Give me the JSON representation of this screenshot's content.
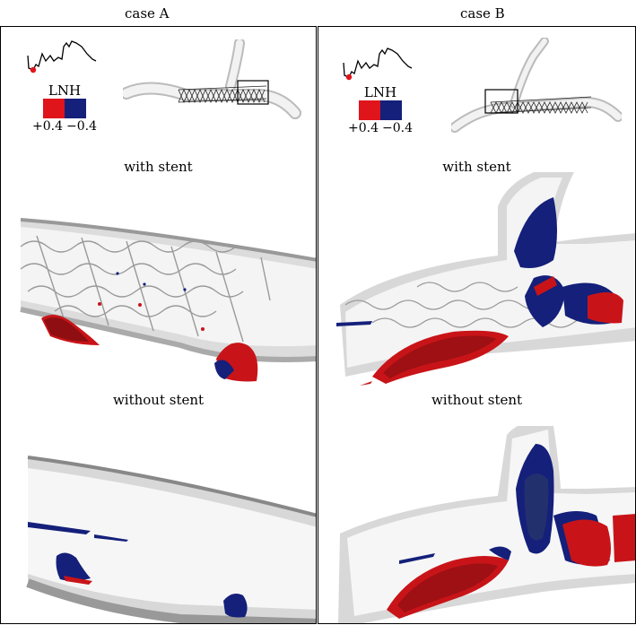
{
  "cases": [
    {
      "label": "case A",
      "legend_title": "LNH",
      "legend_pos": "+0.4",
      "legend_neg": "−0.4",
      "with_stent": "with stent",
      "without_stent": "without stent"
    },
    {
      "label": "case B",
      "legend_title": "LNH",
      "legend_pos": "+0.4",
      "legend_neg": "−0.4",
      "with_stent": "with stent",
      "without_stent": "without stent"
    }
  ],
  "colors": {
    "positive": "#e0141b",
    "negative": "#14207a",
    "vessel_light": "#e8e8e8",
    "vessel_dark": "#9a9a9a",
    "waveform_marker": "#e0141b"
  }
}
